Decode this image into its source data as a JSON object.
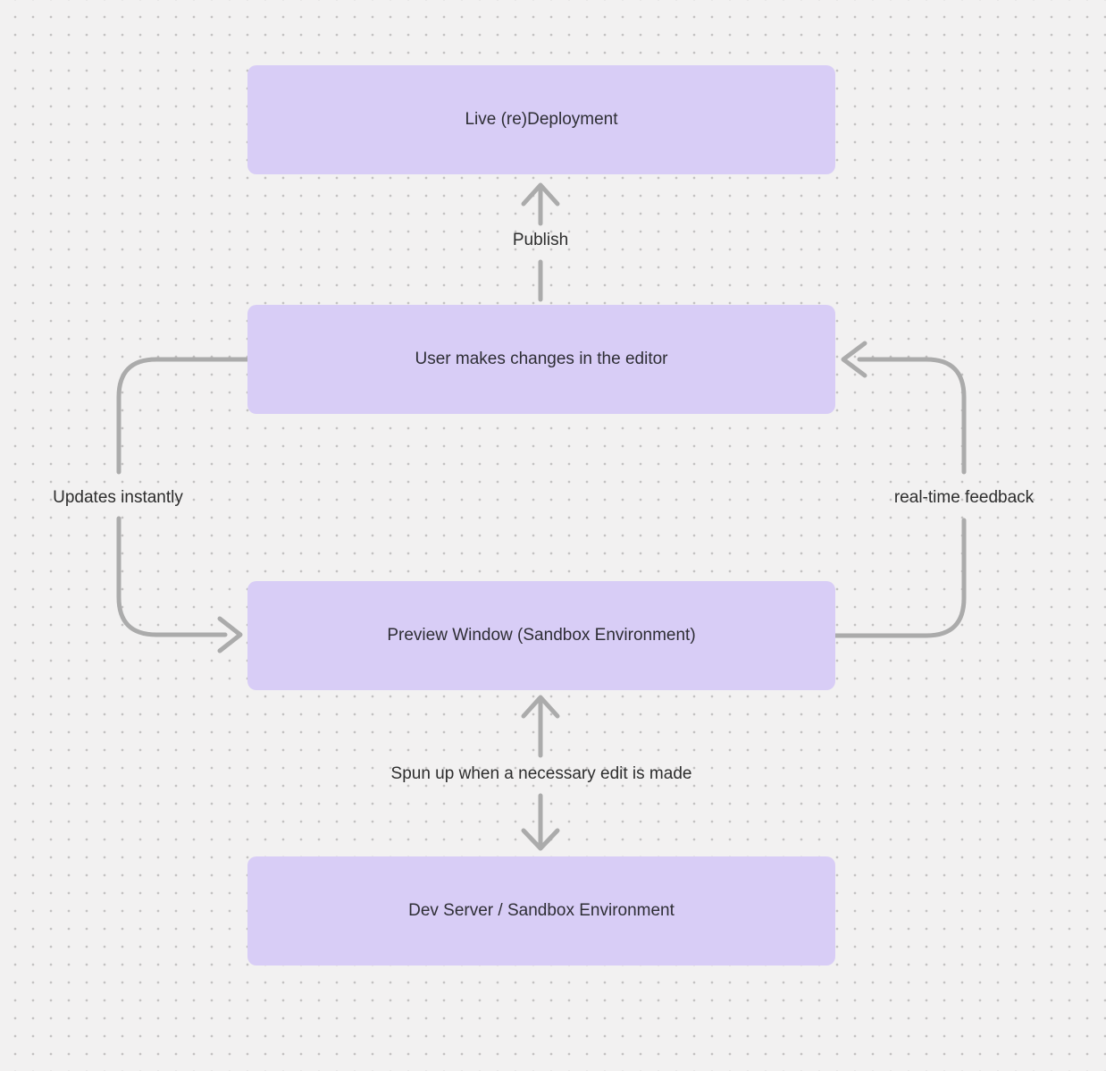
{
  "canvas": {
    "background_color": "#f2f1f1",
    "dot_color": "#c3c2c2",
    "node_fill_color": "#d8cdf6",
    "node_text_color": "#2e2e35",
    "arrow_color": "#ababab",
    "edge_label_color": "#2d2d2d"
  },
  "nodes": [
    {
      "id": "live-redeployment",
      "label": "Live (re)Deployment"
    },
    {
      "id": "user-editor",
      "label": "User makes changes in the editor"
    },
    {
      "id": "preview-window",
      "label": "Preview Window (Sandbox Environment)"
    },
    {
      "id": "dev-server",
      "label": "Dev Server / Sandbox Environment"
    }
  ],
  "edges": [
    {
      "id": "publish",
      "label": "Publish",
      "from": "user-editor",
      "to": "live-redeployment",
      "direction": "up"
    },
    {
      "id": "updates-instantly",
      "label": "Updates instantly",
      "from": "user-editor",
      "to": "preview-window",
      "direction": "left-loop-down"
    },
    {
      "id": "real-time-feedback",
      "label": "real-time feedback",
      "from": "preview-window",
      "to": "user-editor",
      "direction": "right-loop-up"
    },
    {
      "id": "spun-up",
      "label": "Spun up when a necessary edit is made",
      "from": "dev-server",
      "to": "preview-window",
      "direction": "bidirectional"
    }
  ]
}
